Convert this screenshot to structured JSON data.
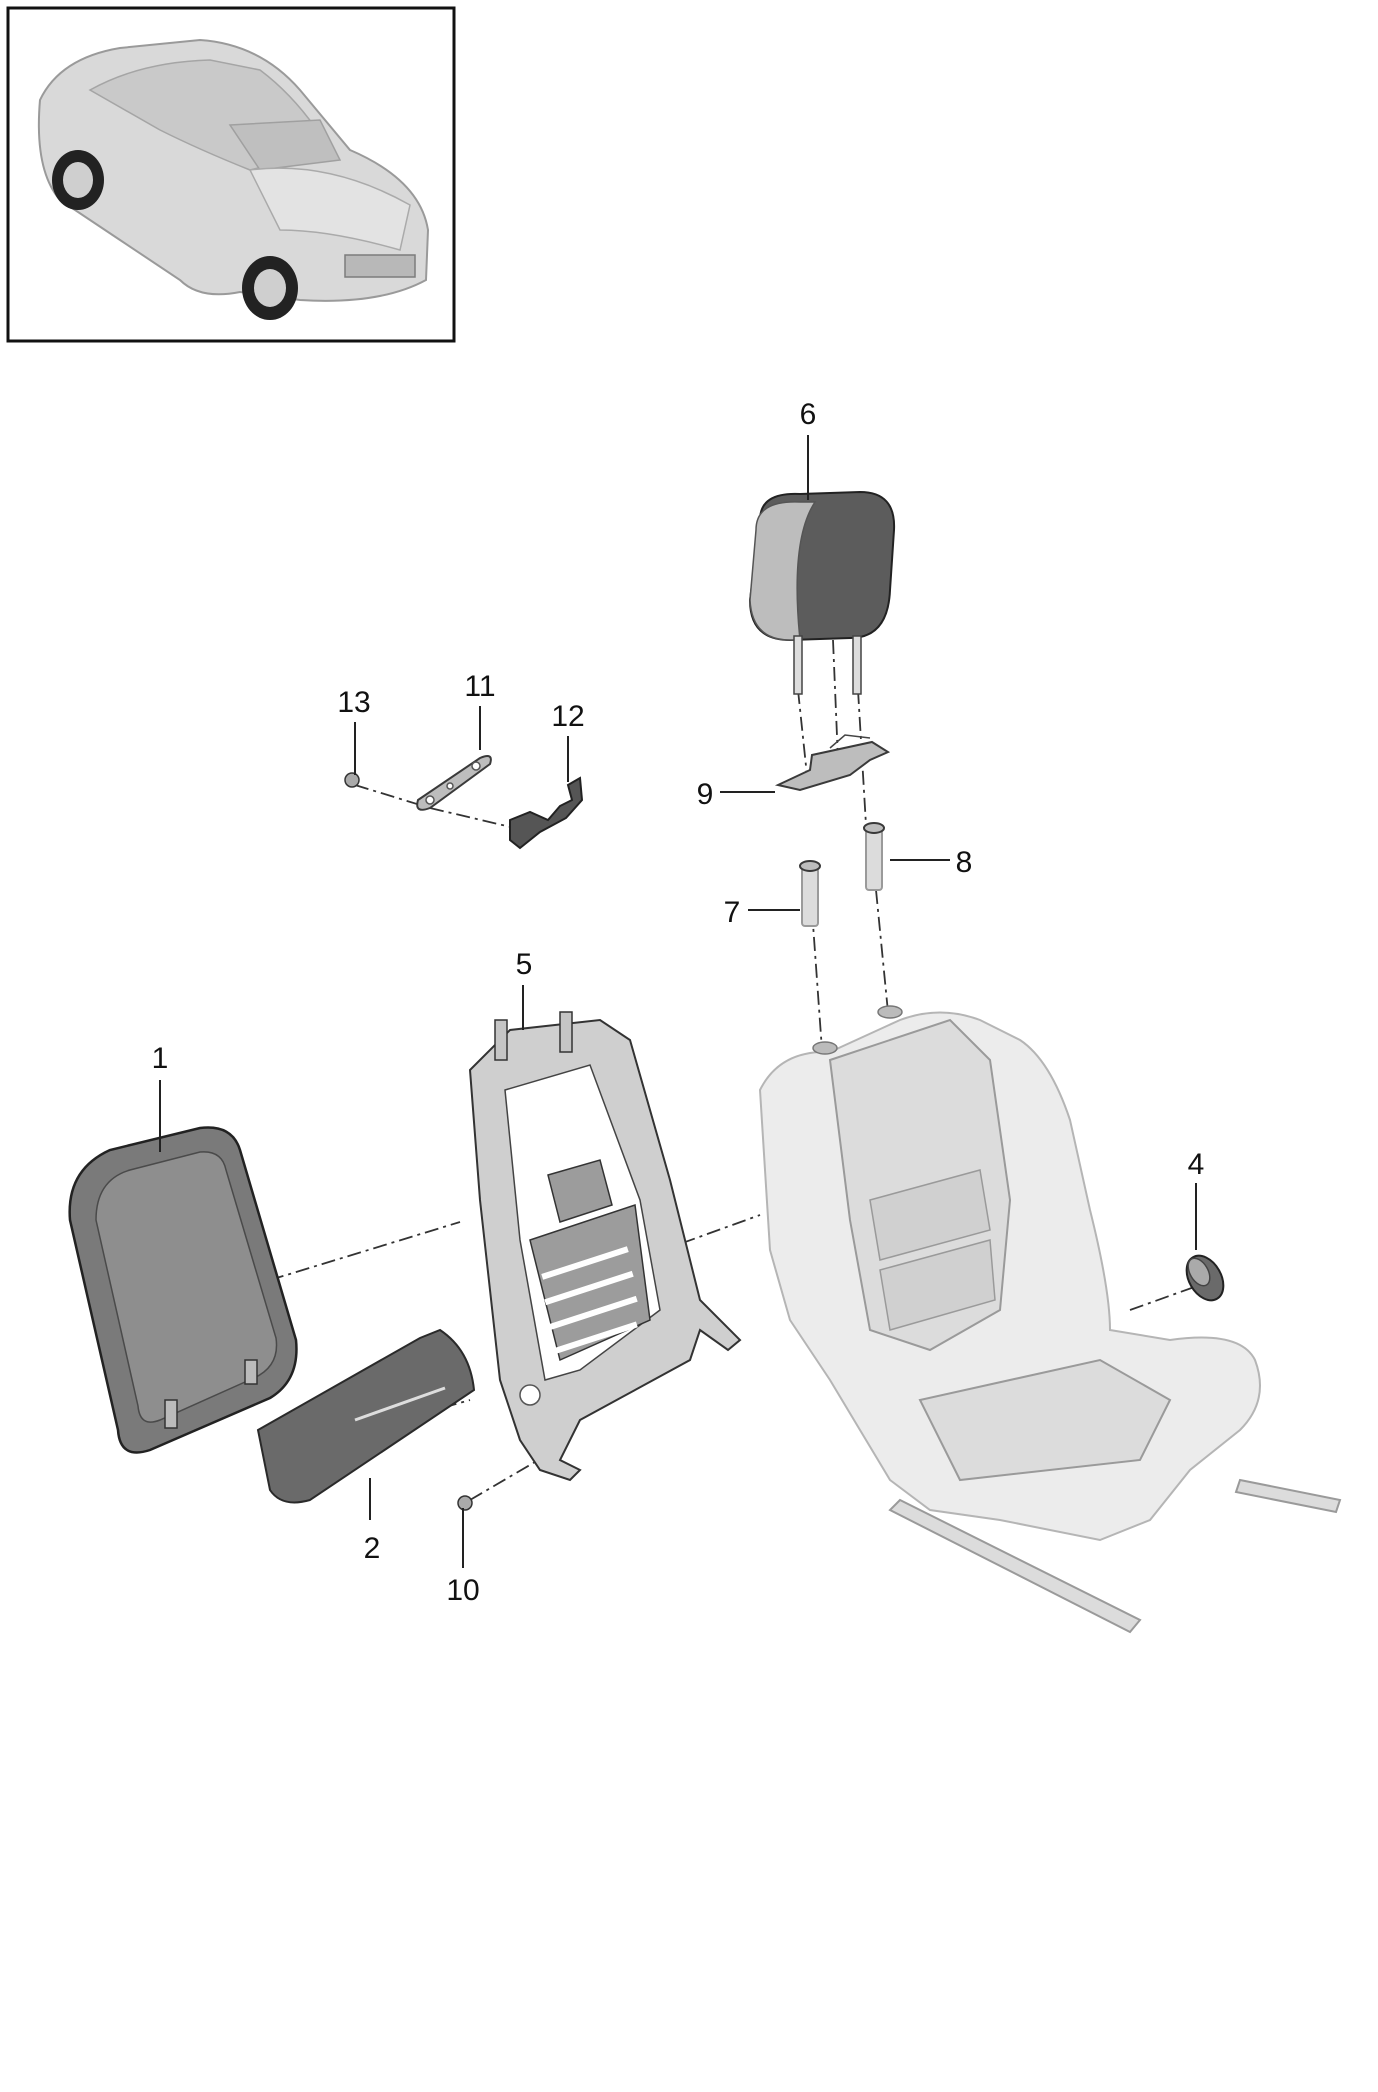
{
  "callouts": [
    {
      "id": "1",
      "label": "1"
    },
    {
      "id": "2",
      "label": "2"
    },
    {
      "id": "4",
      "label": "4"
    },
    {
      "id": "5",
      "label": "5"
    },
    {
      "id": "6",
      "label": "6"
    },
    {
      "id": "7",
      "label": "7"
    },
    {
      "id": "8",
      "label": "8"
    },
    {
      "id": "9",
      "label": "9"
    },
    {
      "id": "10",
      "label": "10"
    },
    {
      "id": "11",
      "label": "11"
    },
    {
      "id": "12",
      "label": "12"
    },
    {
      "id": "13",
      "label": "13"
    }
  ],
  "icons": {
    "vehicle_thumbnail": "suv-car-icon"
  }
}
